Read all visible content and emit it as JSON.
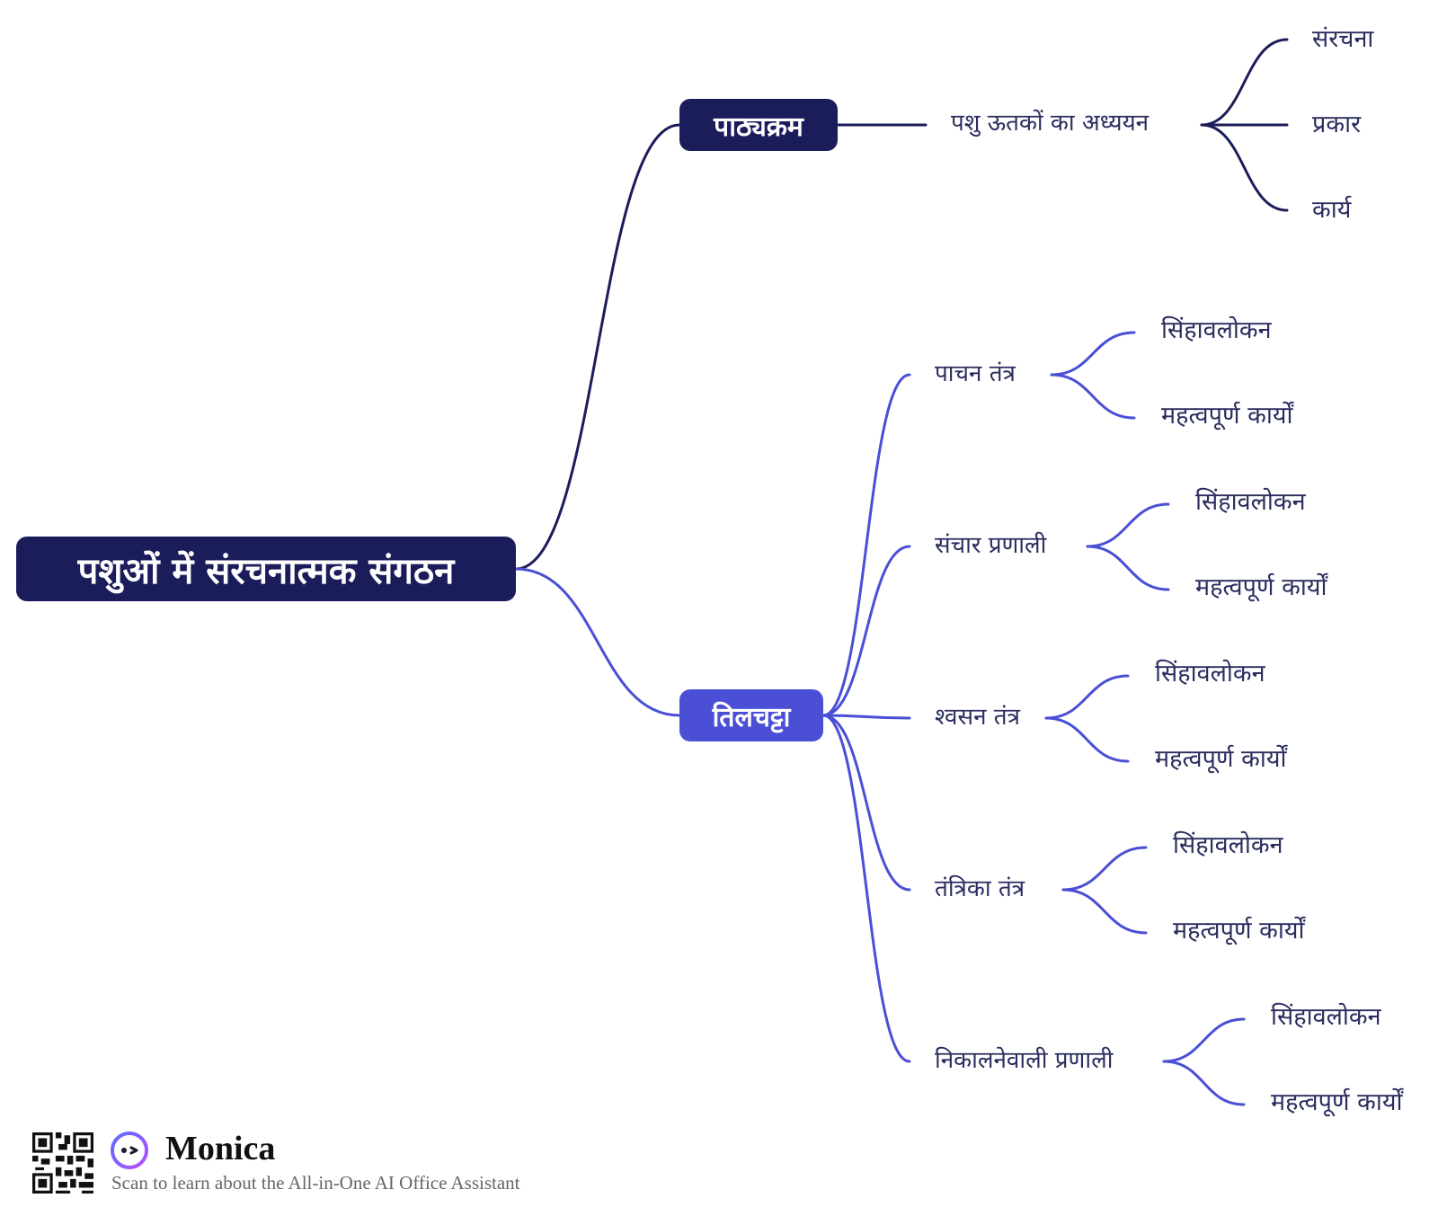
{
  "colors": {
    "dark": "#1b1d5a",
    "accent": "#4a4fd6",
    "text": "#2a2d5e"
  },
  "root": {
    "label": "पशुओं में संरचनात्मक संगठन"
  },
  "branches": [
    {
      "label": "पाठ्यक्रम",
      "children": [
        {
          "label": "पशु ऊतकों का अध्ययन",
          "children": [
            "संरचना",
            "प्रकार",
            "कार्य"
          ]
        }
      ]
    },
    {
      "label": "तिलचट्टा",
      "children": [
        {
          "label": "पाचन तंत्र",
          "children": [
            "सिंहावलोकन",
            "महत्वपूर्ण कार्यों"
          ]
        },
        {
          "label": "संचार प्रणाली",
          "children": [
            "सिंहावलोकन",
            "महत्वपूर्ण कार्यों"
          ]
        },
        {
          "label": "श्वसन तंत्र",
          "children": [
            "सिंहावलोकन",
            "महत्वपूर्ण कार्यों"
          ]
        },
        {
          "label": "तंत्रिका तंत्र",
          "children": [
            "सिंहावलोकन",
            "महत्वपूर्ण कार्यों"
          ]
        },
        {
          "label": "निकालनेवाली प्रणाली",
          "children": [
            "सिंहावलोकन",
            "महत्वपूर्ण कार्यों"
          ]
        }
      ]
    }
  ],
  "footer": {
    "brand": "Monica",
    "tagline": "Scan to learn about the All-in-One AI Office Assistant",
    "qr_icon": "qr-code-icon",
    "logo_icon": "monica-logo-icon"
  }
}
